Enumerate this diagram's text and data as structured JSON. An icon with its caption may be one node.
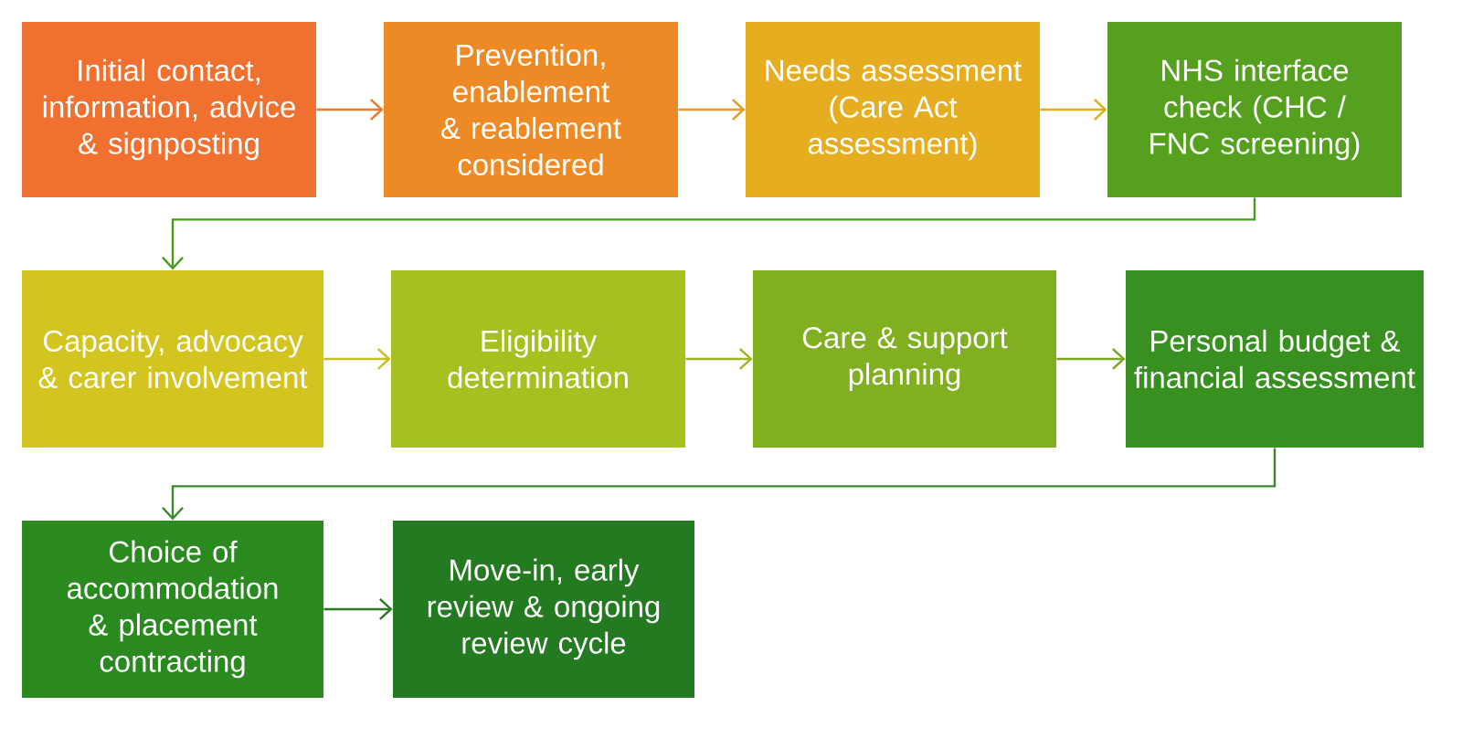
{
  "diagram": {
    "nodes": [
      {
        "text": [
          "Initial contact, information, advice & signposting"
        ]
      },
      {
        "text": [
          "Prevention, enablement & reablement considered"
        ]
      },
      {
        "text": [
          "Needs assessment (Care Act assessment)"
        ]
      },
      {
        "text": [
          "NHS interface check (CHC / FNC screening)"
        ]
      },
      {
        "text": [
          "Capacity, advocacy & carer involvement"
        ]
      },
      {
        "text": [
          "Eligibility determination"
        ]
      },
      {
        "text": [
          "Care & support planning"
        ]
      },
      {
        "text": [
          "Personal budget & financial assessment"
        ]
      },
      {
        "text": [
          "Choice of accommodation & placement contracting"
        ]
      },
      {
        "text": [
          "Move-in, early review & ongoing review cycle"
        ]
      }
    ],
    "edges": [
      {
        "from": 0,
        "to": 1,
        "arrow": "to",
        "color": "#ee7a30"
      },
      {
        "from": 1,
        "to": 2,
        "arrow": "to",
        "color": "#eb9a2a"
      },
      {
        "from": 2,
        "to": 3,
        "arrow": "to",
        "color": "#d9b020"
      },
      {
        "from": 3,
        "to": 4,
        "arrow": "to",
        "color": "#4a9a20"
      },
      {
        "from": 4,
        "to": 5,
        "arrow": "to",
        "color": "#c8c020"
      },
      {
        "from": 5,
        "to": 6,
        "arrow": "to",
        "color": "#9ab820"
      },
      {
        "from": 6,
        "to": 7,
        "arrow": "to",
        "color": "#78a820"
      },
      {
        "from": 7,
        "to": 8,
        "arrow": "to",
        "color": "#3a8a2a"
      },
      {
        "from": 8,
        "to": 9,
        "arrow": "to",
        "color": "#2a7a20"
      }
    ]
  }
}
